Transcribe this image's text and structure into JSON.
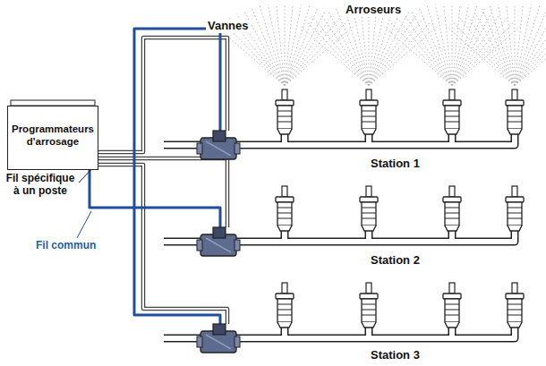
{
  "diagram": {
    "nodes": [
      {
        "text": [
          "Programmateurs d'arrosage"
        ]
      }
    ],
    "labels": [
      "Arroseurs",
      "Vannes",
      "Fil spécifique à un poste",
      "Fil commun",
      "Station 1",
      "Station 2",
      "Station 3"
    ]
  }
}
